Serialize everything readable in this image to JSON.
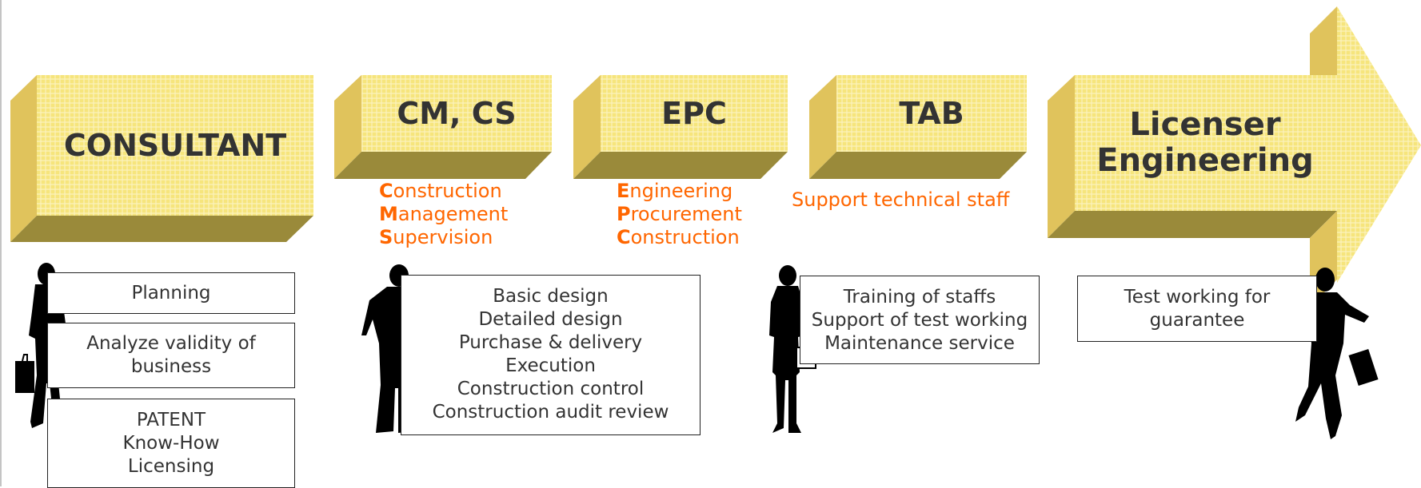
{
  "colors": {
    "face": "#f5e77f",
    "side": "#e0c35c",
    "bottom": "#9a8a3a",
    "accent": "#ff6600",
    "border": "#222222"
  },
  "stages": [
    {
      "title": "CONSULTANT"
    },
    {
      "title": "CM, CS",
      "subtitle": [
        {
          "k": "C",
          "r": "onstruction"
        },
        {
          "k": "M",
          "r": "anagement"
        },
        {
          "k": "S",
          "r": "upervision"
        }
      ]
    },
    {
      "title": "EPC",
      "subtitle": [
        {
          "k": "E",
          "r": "ngineering"
        },
        {
          "k": "P",
          "r": "rocurement"
        },
        {
          "k": "C",
          "r": "onstruction"
        }
      ]
    },
    {
      "title": "TAB",
      "subtitle_text": "Support technical staff"
    },
    {
      "title_line1": "Licenser",
      "title_line2": "Engineering"
    }
  ],
  "boxes": {
    "consultant_planning": "Planning",
    "consultant_analyze": [
      "Analyze validity of",
      "business"
    ],
    "consultant_patent": [
      "PATENT",
      "Know-How",
      "Licensing"
    ],
    "cmcs": [
      "Basic design",
      "Detailed design",
      "Purchase & delivery",
      "Execution",
      "Construction control",
      "Construction audit review"
    ],
    "tab": [
      "Training of staffs",
      "Support of test working",
      "Maintenance service"
    ],
    "licenser": [
      "Test working for",
      "guarantee"
    ]
  },
  "figures": [
    "businessman-briefcase-icon",
    "presenter-pointer-icon",
    "businesswoman-icon",
    "running-businessman-icon"
  ]
}
